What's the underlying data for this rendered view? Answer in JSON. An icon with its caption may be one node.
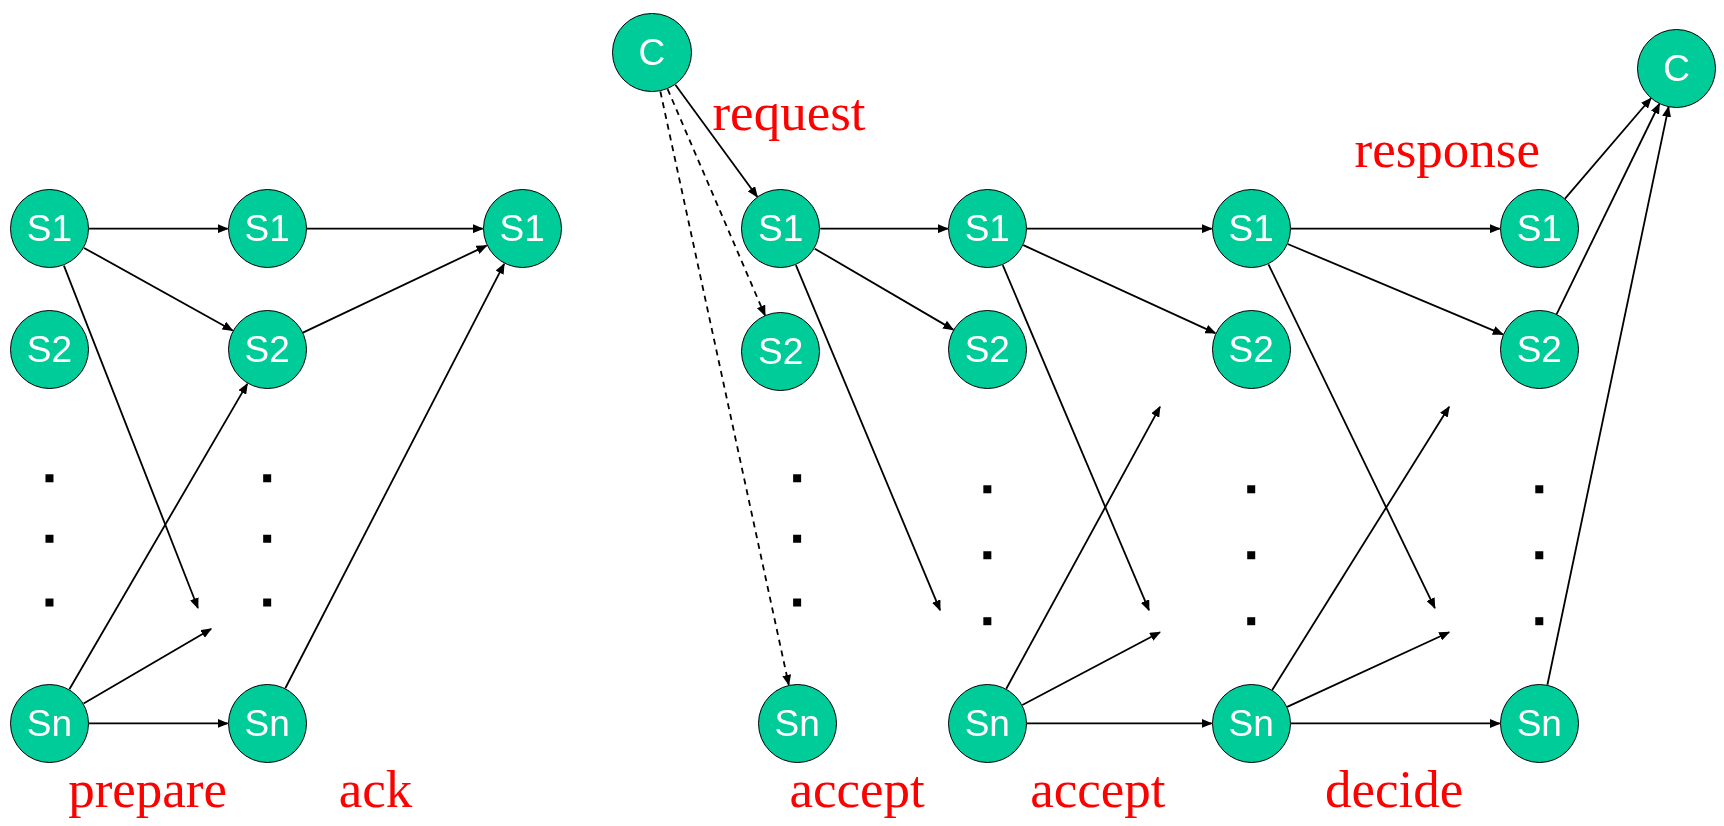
{
  "diagram": {
    "nodes": [
      {
        "text": [
          "S1"
        ]
      },
      {
        "text": [
          "S2"
        ]
      },
      {
        "text": [
          "Sn"
        ]
      },
      {
        "text": [
          "S1"
        ]
      },
      {
        "text": [
          "S2"
        ]
      },
      {
        "text": [
          "Sn"
        ]
      },
      {
        "text": [
          "S1"
        ]
      },
      {
        "text": [
          "C"
        ]
      },
      {
        "text": [
          "S1"
        ]
      },
      {
        "text": [
          "S2"
        ]
      },
      {
        "text": [
          "Sn"
        ]
      },
      {
        "text": [
          "S1"
        ]
      },
      {
        "text": [
          "S2"
        ]
      },
      {
        "text": [
          "Sn"
        ]
      },
      {
        "text": [
          "S1"
        ]
      },
      {
        "text": [
          "S2"
        ]
      },
      {
        "text": [
          "Sn"
        ]
      },
      {
        "text": [
          "S1"
        ]
      },
      {
        "text": [
          "S2"
        ]
      },
      {
        "text": [
          "Sn"
        ]
      },
      {
        "text": [
          "C"
        ]
      }
    ],
    "edges": [
      {
        "from": 0,
        "to": 3,
        "arrow": "to"
      },
      {
        "from": 0,
        "to": 4,
        "arrow": "to"
      },
      {
        "from": 0,
        "to": null,
        "arrow": "to"
      },
      {
        "from": 2,
        "to": 4,
        "arrow": "to"
      },
      {
        "from": 2,
        "to": null,
        "arrow": "to"
      },
      {
        "from": 2,
        "to": 5,
        "arrow": "to"
      },
      {
        "from": 3,
        "to": 6,
        "arrow": "to"
      },
      {
        "from": 4,
        "to": 6,
        "arrow": "to"
      },
      {
        "from": 5,
        "to": 6,
        "arrow": "to"
      },
      {
        "from": 7,
        "to": 8,
        "arrow": "to"
      },
      {
        "from": 7,
        "to": 9,
        "arrow": "to",
        "style": "dashed"
      },
      {
        "from": 7,
        "to": 10,
        "arrow": "to",
        "style": "dashed"
      },
      {
        "from": 8,
        "to": 11,
        "arrow": "to"
      },
      {
        "from": 8,
        "to": 12,
        "arrow": "to"
      },
      {
        "from": 8,
        "to": null,
        "arrow": "to"
      },
      {
        "from": 11,
        "to": 14,
        "arrow": "to"
      },
      {
        "from": 11,
        "to": 15,
        "arrow": "to"
      },
      {
        "from": 11,
        "to": null,
        "arrow": "to"
      },
      {
        "from": 13,
        "to": null,
        "arrow": "to"
      },
      {
        "from": 13,
        "to": null,
        "arrow": "to"
      },
      {
        "from": 13,
        "to": 16,
        "arrow": "to"
      },
      {
        "from": 14,
        "to": 17,
        "arrow": "to"
      },
      {
        "from": 14,
        "to": 18,
        "arrow": "to"
      },
      {
        "from": 14,
        "to": null,
        "arrow": "to"
      },
      {
        "from": 16,
        "to": null,
        "arrow": "to"
      },
      {
        "from": 16,
        "to": null,
        "arrow": "to"
      },
      {
        "from": 16,
        "to": 19,
        "arrow": "to"
      },
      {
        "from": 17,
        "to": 20,
        "arrow": "to"
      },
      {
        "from": 18,
        "to": 20,
        "arrow": "to"
      },
      {
        "from": 19,
        "to": 20,
        "arrow": "to"
      }
    ],
    "labels": [
      "request",
      "response",
      "prepare",
      "ack",
      "accept",
      "accept",
      "decide"
    ]
  }
}
